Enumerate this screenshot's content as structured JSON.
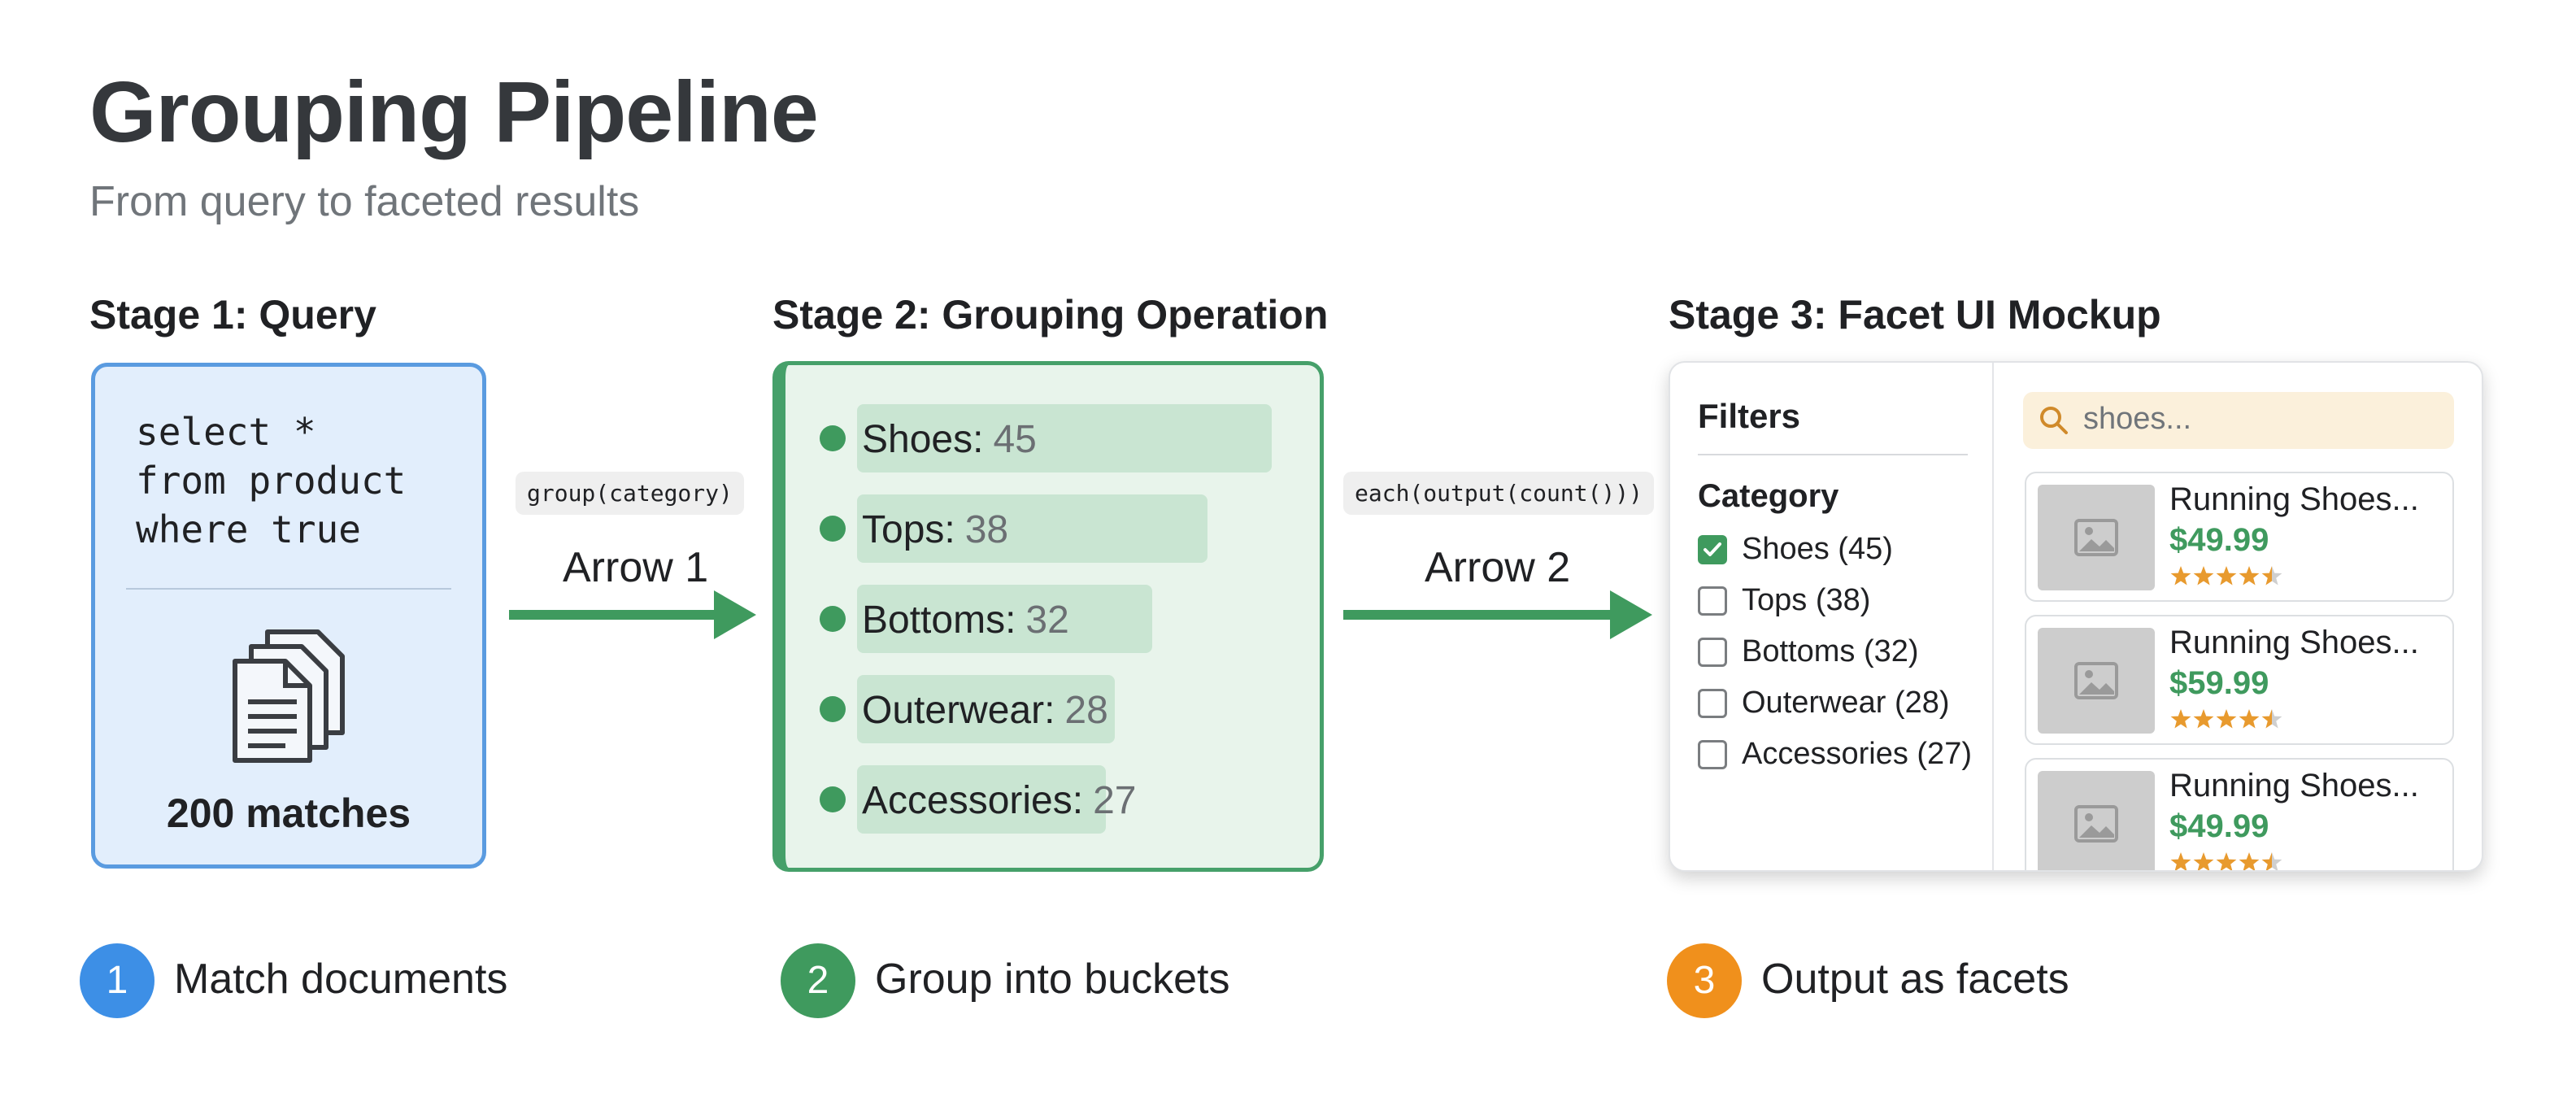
{
  "header": {
    "title": "Grouping Pipeline",
    "subtitle": "From query to faceted results"
  },
  "stages": [
    {
      "heading": "Stage 1: Query"
    },
    {
      "heading": "Stage 2: Grouping Operation"
    },
    {
      "heading": "Stage 3: Facet UI Mockup"
    }
  ],
  "query": {
    "code_lines": [
      "select *",
      "from product",
      "where true"
    ],
    "icon": "documents-icon",
    "match_count": "200 matches"
  },
  "arrows": [
    {
      "operation": "group(category)",
      "label": "Arrow 1"
    },
    {
      "operation": "each(output(count()))",
      "label": "Arrow 2"
    }
  ],
  "buckets": [
    {
      "name": "Shoes:",
      "count": 45
    },
    {
      "name": "Tops:",
      "count": 38
    },
    {
      "name": "Bottoms:",
      "count": 32
    },
    {
      "name": "Outerwear:",
      "count": 28
    },
    {
      "name": "Accessories:",
      "count": 27
    }
  ],
  "facet_ui": {
    "filters_title": "Filters",
    "category_title": "Category",
    "options": [
      {
        "label": "Shoes (45)",
        "checked": true
      },
      {
        "label": "Tops (38)",
        "checked": false
      },
      {
        "label": "Bottoms (32)",
        "checked": false
      },
      {
        "label": "Outerwear (28)",
        "checked": false
      },
      {
        "label": "Accessories (27)",
        "checked": false
      }
    ],
    "search_placeholder": "shoes...",
    "products": [
      {
        "name": "Running Shoes...",
        "price": "$49.99",
        "rating": 4.5
      },
      {
        "name": "Running Shoes...",
        "price": "$59.99",
        "rating": 4.5
      },
      {
        "name": "Running Shoes...",
        "price": "$49.99",
        "rating": 4.5
      }
    ]
  },
  "steps": [
    {
      "number": "1",
      "text": "Match documents",
      "color": "#3d8fe6"
    },
    {
      "number": "2",
      "text": "Group into buckets",
      "color": "#3f9a5e"
    },
    {
      "number": "3",
      "text": "Output as facets",
      "color": "#f0901c"
    }
  ],
  "colors": {
    "query_border": "#5a9be0",
    "query_fill": "#e2eefc",
    "group_border": "#46a06a",
    "group_fill": "#e8f4eb",
    "accent_green": "#3f9a5e",
    "star": "#e89a2e"
  }
}
